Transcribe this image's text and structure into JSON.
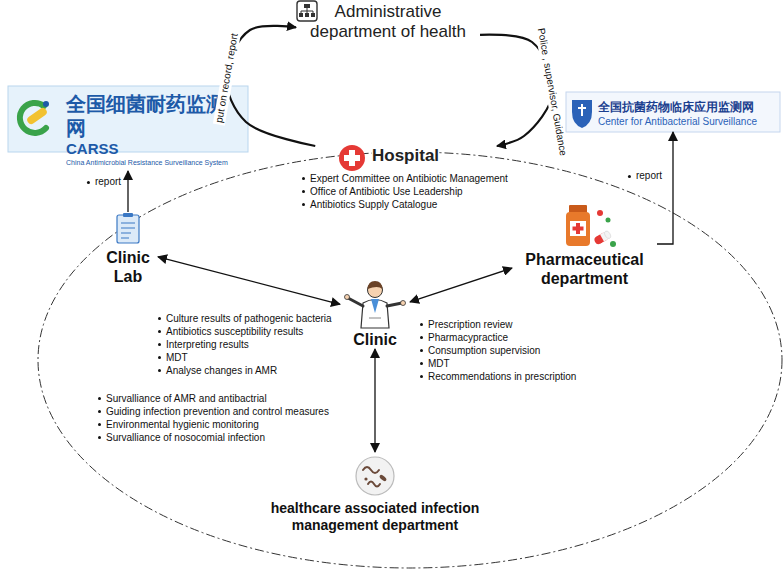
{
  "diagram": {
    "nodes": [
      {
        "text": [
          "Administrative department of health"
        ]
      },
      {
        "text": [
          "全国细菌耐药监测网",
          "CARSS",
          "China Antimicrobial Resistance Surveillance System"
        ]
      },
      {
        "text": [
          "全国抗菌药物临床应用监测网",
          "Center for Antibacterial Surveillance"
        ]
      },
      {
        "text": [
          "Hospital",
          "Expert Committee on Antibiotic Management",
          "Office of Antibiotic Use Leadership",
          "Antibiotics Supply Catalogue"
        ]
      },
      {
        "text": [
          "Clinic Lab",
          "Culture results of pathogenic bacteria",
          "Antibiotics susceptibility results",
          "Interpreting results",
          "MDT",
          "Analyse changes in AMR"
        ]
      },
      {
        "text": [
          "Clinic"
        ]
      },
      {
        "text": [
          "Pharmaceutical department",
          "Prescription review",
          "Pharmacypractice",
          "Consumption supervision",
          "MDT",
          "Recommendations in prescription"
        ]
      },
      {
        "text": [
          "healthcare associated infection management department",
          "Survalliance of AMR and antibactrial",
          "Guiding infection prevention and control measures",
          "Environmental hygienic monitoring",
          "Survalliance of nosocomial infection"
        ]
      }
    ],
    "edges": [
      {
        "from": 3,
        "to": 0,
        "label": "put on record, report",
        "arrow": "to"
      },
      {
        "from": 0,
        "to": 3,
        "label": "Police , supervisor, Guidance",
        "arrow": "to"
      },
      {
        "from": 4,
        "to": 1,
        "label": "report",
        "arrow": "to"
      },
      {
        "from": 6,
        "to": 2,
        "label": "report",
        "arrow": "to"
      },
      {
        "from": 4,
        "to": 5,
        "arrow": "both"
      },
      {
        "from": 5,
        "to": 6,
        "arrow": "both"
      },
      {
        "from": 5,
        "to": 7,
        "arrow": "both"
      }
    ]
  }
}
